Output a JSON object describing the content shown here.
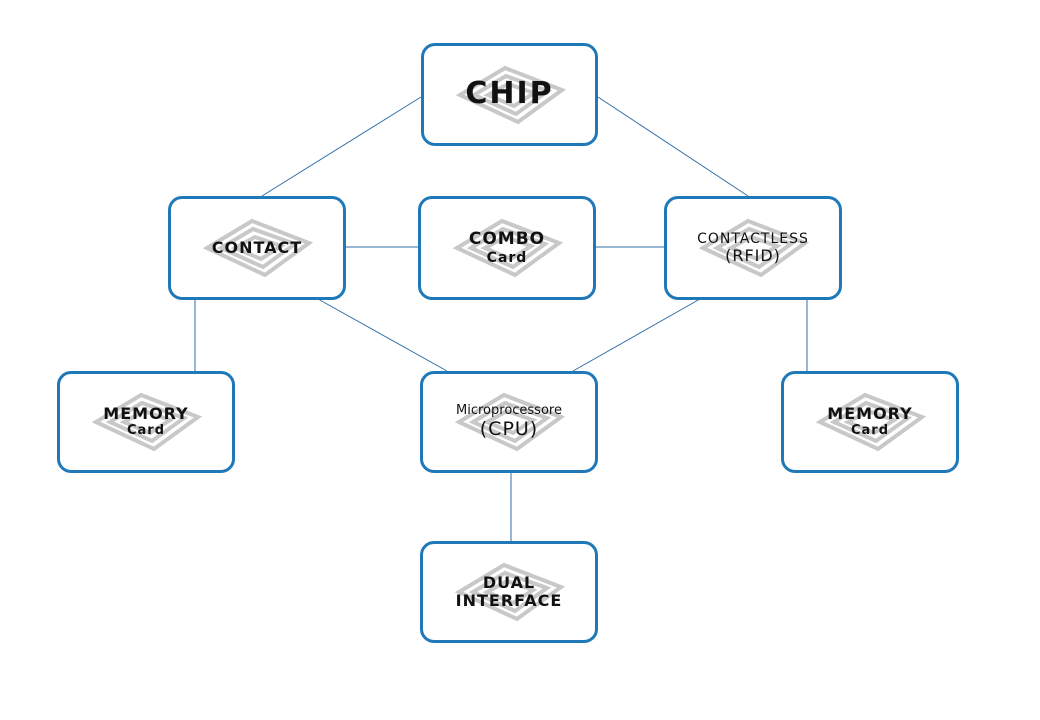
{
  "nodes": {
    "chip": {
      "line1": "CHIP"
    },
    "contact": {
      "line1": "CONTACT"
    },
    "combo": {
      "line1": "COMBO",
      "line2": "Card"
    },
    "contactless": {
      "line1": "CONTACTLESS",
      "line2": "(RFID)"
    },
    "memory_left": {
      "line1": "MEMORY",
      "line2": "Card"
    },
    "cpu": {
      "line1": "Microprocessore",
      "line2": "(CPU)"
    },
    "memory_right": {
      "line1": "MEMORY",
      "line2": "Card"
    },
    "dual": {
      "line1": "DUAL",
      "line2": "INTERFACE"
    }
  },
  "edges": [
    [
      "chip",
      "contact"
    ],
    [
      "chip",
      "contactless"
    ],
    [
      "contact",
      "combo"
    ],
    [
      "combo",
      "contactless"
    ],
    [
      "contact",
      "memory_left"
    ],
    [
      "contact",
      "cpu"
    ],
    [
      "contactless",
      "cpu"
    ],
    [
      "contactless",
      "memory_right"
    ],
    [
      "cpu",
      "dual"
    ]
  ],
  "colors": {
    "border": "#1f78b8",
    "edge": "#2f6fa8",
    "logo": "#c8c8c8"
  }
}
